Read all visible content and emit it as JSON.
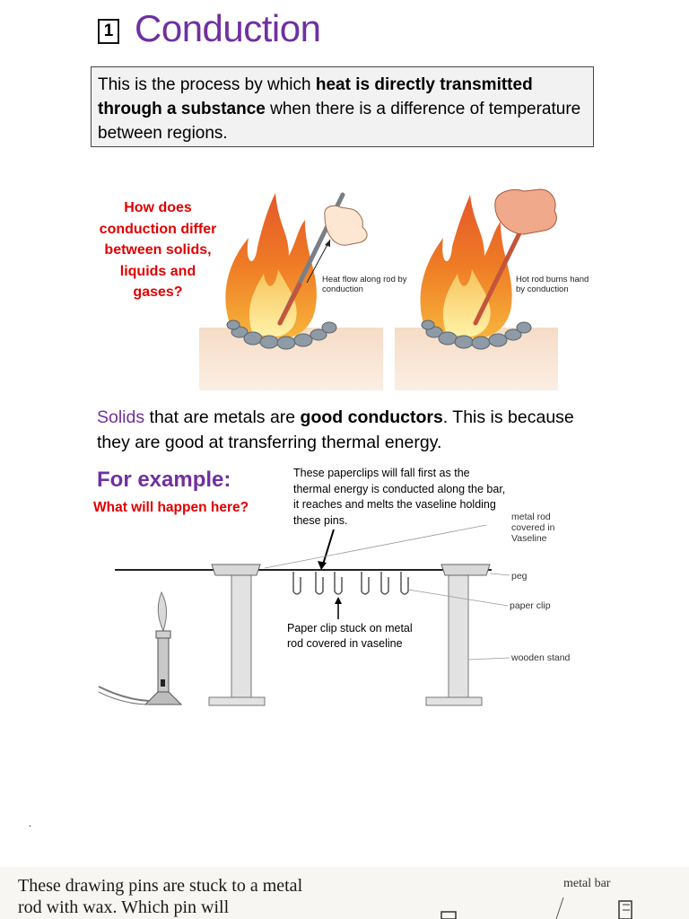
{
  "section": {
    "number": "1",
    "title": "Conduction"
  },
  "definition": {
    "part1": "This is the process by which ",
    "bold1": "heat is directly transmitted through a substance",
    "part2": " when there is a difference of temperature between regions."
  },
  "question": {
    "text": "How does conduction differ between solids, liquids and gases?"
  },
  "fire_images": {
    "left_label": "Heat flow along rod by conduction",
    "right_label": "Hot rod burns hand by conduction"
  },
  "solids": {
    "word": "Solids",
    "part1": " that are metals are ",
    "bold": "good conductors",
    "part2": ". This is because they are good at transferring thermal energy."
  },
  "example": {
    "heading": "For example:",
    "question": "What will happen here?",
    "callout_top": "These paperclips will fall first as the thermal energy is conducted along the bar, it reaches and melts the vaseline holding these pins.",
    "callout_bottom": "Paper clip stuck on metal rod covered in vaseline",
    "labels": {
      "metal_rod": "metal rod covered in Vaseline",
      "peg": "peg",
      "paper_clip": "paper clip",
      "wooden_stand": "wooden stand"
    }
  },
  "stray_mark": ".",
  "bottom": {
    "text": "These drawing pins are stuck to a metal rod with wax. Which pin will",
    "metal_bar_label": "metal bar"
  },
  "colors": {
    "title_purple": "#7030a0",
    "question_red": "#e00000"
  }
}
